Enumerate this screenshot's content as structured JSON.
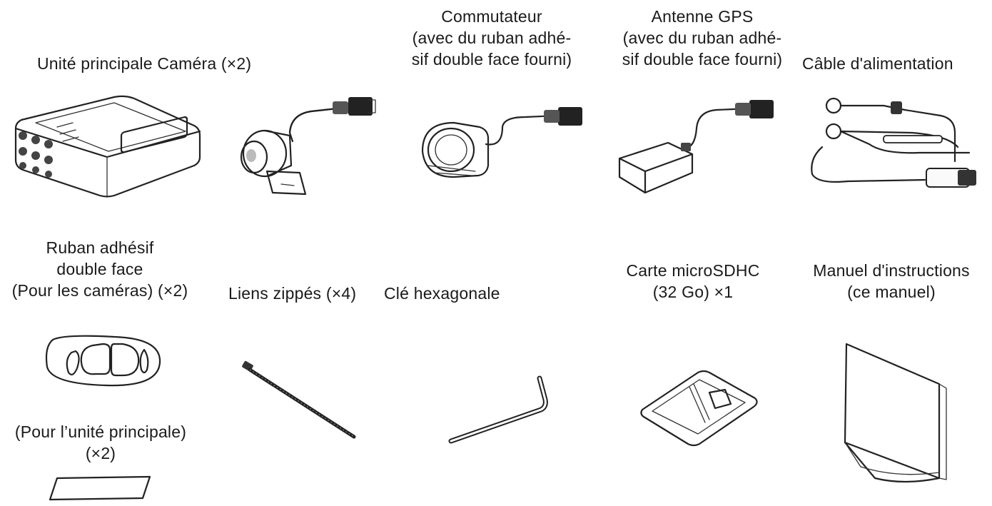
{
  "items": {
    "main_unit": {
      "lines": [
        "Unité principale Caméra (×2)"
      ]
    },
    "switch": {
      "lines": [
        "Commutateur",
        "(avec du ruban adhé-",
        "sif double face fourni)"
      ]
    },
    "gps": {
      "lines": [
        "Antenne GPS",
        "(avec du ruban adhé-",
        "sif double face fourni)"
      ]
    },
    "power_cable": {
      "lines": [
        "Câble d'alimentation"
      ]
    },
    "tape_cameras": {
      "lines": [
        "Ruban adhésif",
        "double face",
        "(Pour les caméras) (×2)"
      ]
    },
    "zip_ties": {
      "lines": [
        "Liens zippés (×4)"
      ]
    },
    "hex_key": {
      "lines": [
        "Clé hexagonale"
      ]
    },
    "microsd": {
      "lines": [
        "Carte microSDHC",
        "(32 Go) ×1"
      ]
    },
    "manual": {
      "lines": [
        "Manuel d'instructions",
        "(ce manuel)"
      ]
    },
    "tape_main": {
      "lines": [
        "(Pour l’unité principale)",
        "(×2)"
      ]
    }
  }
}
